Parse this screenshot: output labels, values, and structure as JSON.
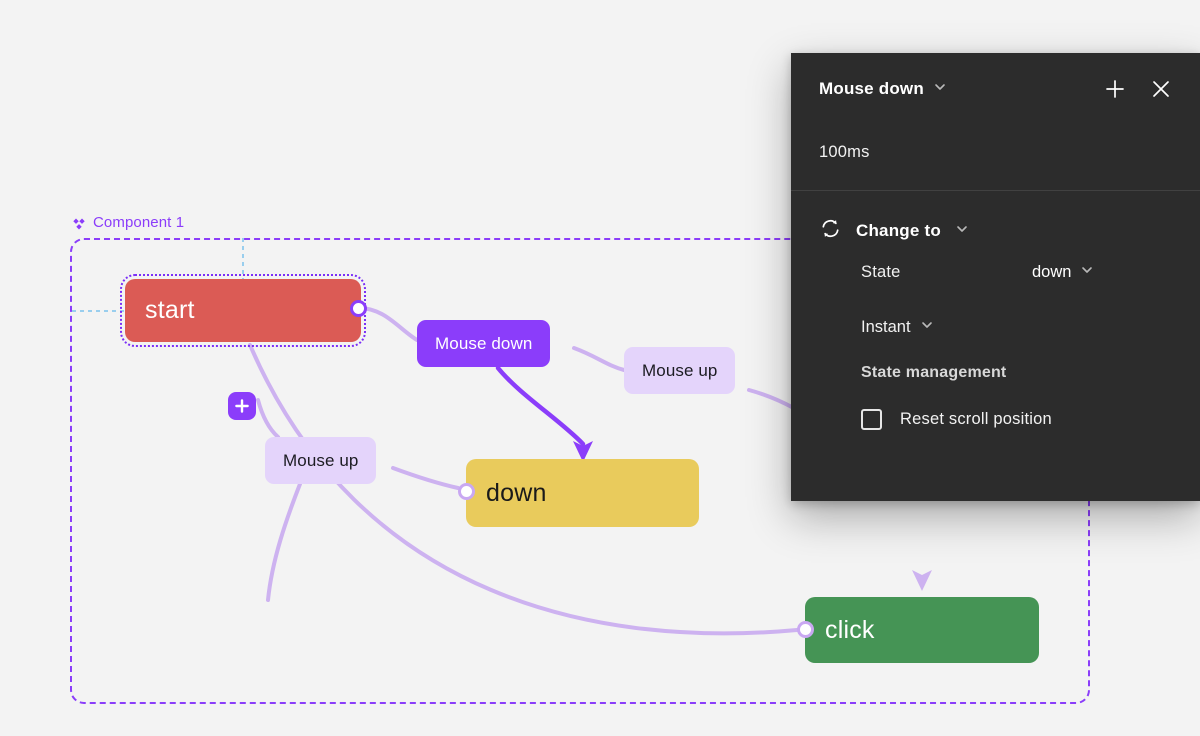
{
  "canvas": {
    "component": {
      "label": "Component 1",
      "icon": "component-diamond-icon"
    },
    "nodes": [
      {
        "id": "start",
        "label": "start",
        "color": "#db5b55",
        "selected": true
      },
      {
        "id": "down",
        "label": "down",
        "color": "#e9cb5c",
        "selected": false
      },
      {
        "id": "click",
        "label": "click",
        "color": "#459455",
        "selected": false
      }
    ],
    "interaction_pills": [
      {
        "id": "mousedown",
        "label": "Mouse down",
        "style": "solid"
      },
      {
        "id": "mouseup-right",
        "label": "Mouse up",
        "style": "ghost"
      },
      {
        "id": "mouseup-left",
        "label": "Mouse up",
        "style": "ghost"
      }
    ],
    "add_badge": {
      "icon": "plus-icon",
      "label": "+"
    },
    "accent_color": "#8b3dfa",
    "edge_color": "#cdb2f0"
  },
  "panel": {
    "title": "Mouse down",
    "title_chevron": "chevron-down-icon",
    "add_icon": "plus-icon",
    "close_icon": "close-icon",
    "duration": "100ms",
    "action": {
      "icon": "change-to-sync-icon",
      "label": "Change to",
      "chevron": "chevron-down-icon"
    },
    "fields": [
      {
        "label": "State",
        "value": "down",
        "chevron": "chevron-down-icon"
      }
    ],
    "easing": {
      "label": "Instant",
      "chevron": "chevron-down-icon"
    },
    "state_management": {
      "heading": "State management",
      "options": [
        {
          "label": "Reset scroll position",
          "checked": false
        }
      ]
    },
    "background": "#2c2c2c"
  }
}
